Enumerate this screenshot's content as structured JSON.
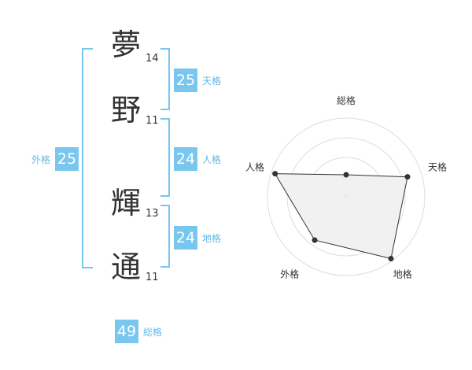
{
  "name": {
    "characters": [
      {
        "char": "夢",
        "strokes": "14"
      },
      {
        "char": "野",
        "strokes": "11"
      },
      {
        "char": "輝",
        "strokes": "13"
      },
      {
        "char": "通",
        "strokes": "11"
      }
    ]
  },
  "fortune": {
    "tenkaku": {
      "value": "25",
      "label": "天格"
    },
    "jinkaku": {
      "value": "24",
      "label": "人格"
    },
    "chikaku": {
      "value": "24",
      "label": "地格"
    },
    "gaikaku": {
      "value": "25",
      "label": "外格"
    },
    "soukaku": {
      "value": "49",
      "label": "総格"
    }
  },
  "colors": {
    "accent": "#79c7ef",
    "accent_text": "#62b9e8",
    "text": "#333333",
    "grid": "#dddddd",
    "polygon_fill": "#f0f0f0",
    "polygon_stroke": "#333333"
  },
  "chart_data": {
    "type": "radar",
    "axes": [
      "総格",
      "天格",
      "地格",
      "外格",
      "人格"
    ],
    "values": [
      0.28,
      0.82,
      0.97,
      0.68,
      0.95
    ],
    "rings": 4
  }
}
